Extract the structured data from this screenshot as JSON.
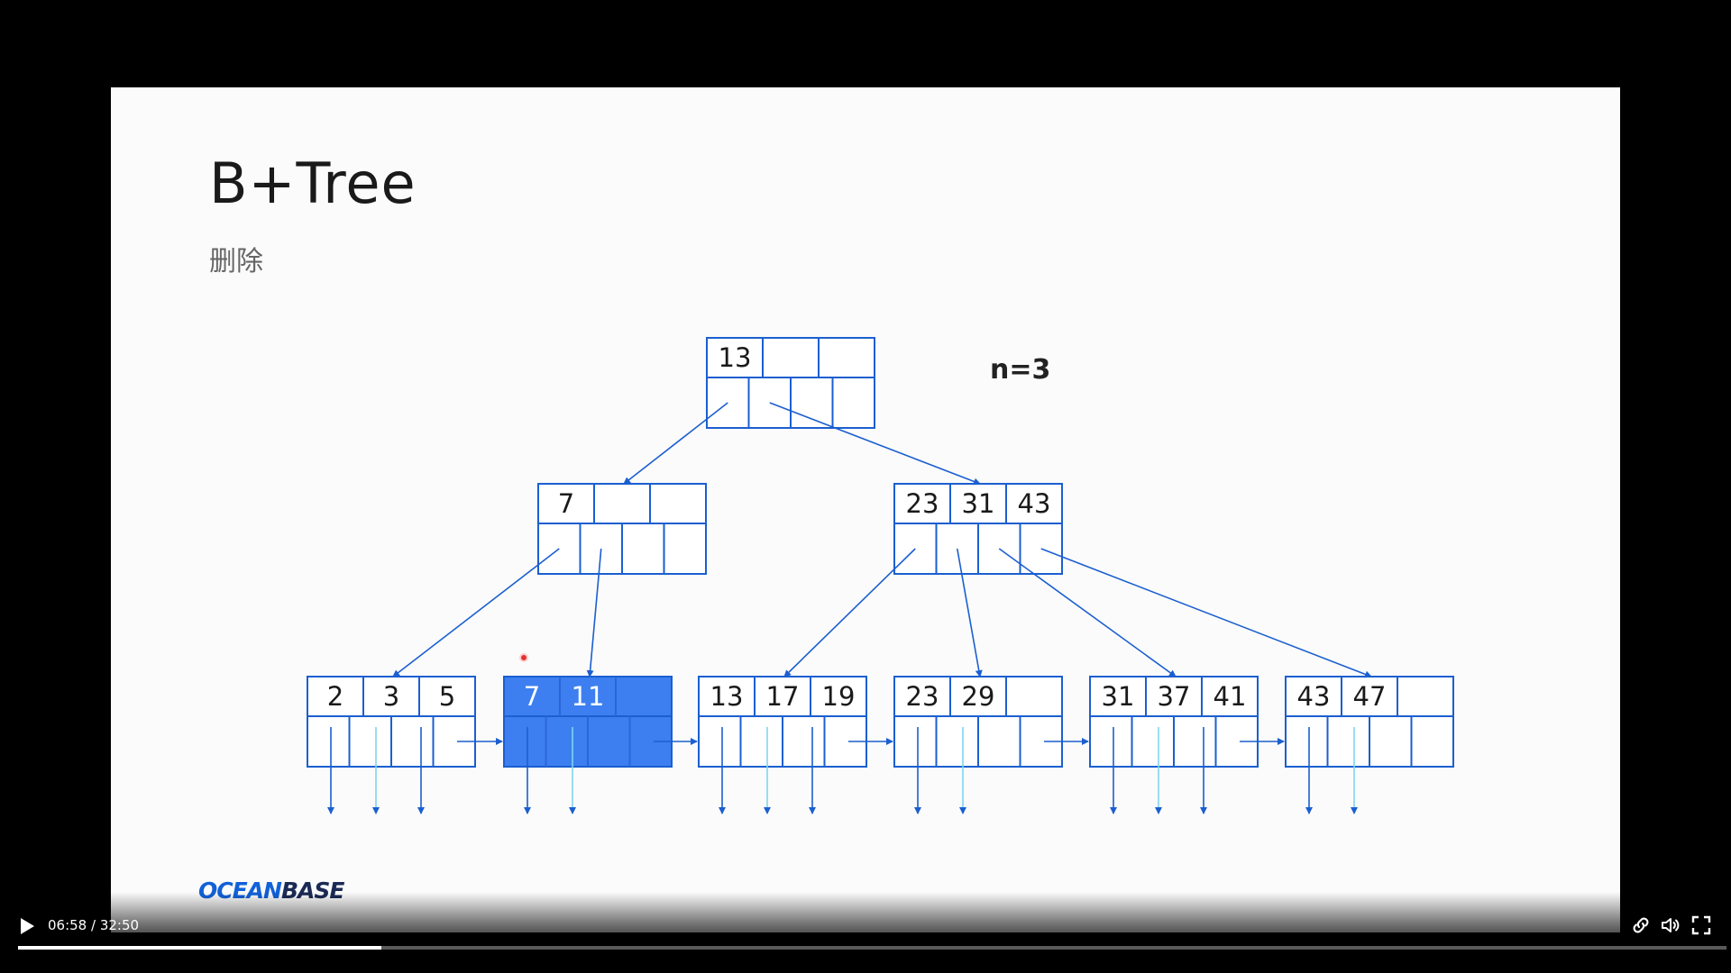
{
  "slide": {
    "title": "B+Tree",
    "subtitle": "删除",
    "n_label": "n=3",
    "logo_part1": "OCEAN",
    "logo_part2": "BASE"
  },
  "tree": {
    "line_color": "#1b5fd0",
    "highlight_color": "#3d7ff0",
    "nodes": [
      {
        "id": "root",
        "keys": [
          "13",
          "",
          ""
        ],
        "highlight": false
      },
      {
        "id": "internal-left",
        "keys": [
          "7",
          "",
          ""
        ],
        "highlight": false
      },
      {
        "id": "internal-right",
        "keys": [
          "23",
          "31",
          "43"
        ],
        "highlight": false
      },
      {
        "id": "leaf-1",
        "keys": [
          "2",
          "3",
          "5"
        ],
        "highlight": false
      },
      {
        "id": "leaf-2",
        "keys": [
          "7",
          "11",
          ""
        ],
        "highlight": true
      },
      {
        "id": "leaf-3",
        "keys": [
          "13",
          "17",
          "19"
        ],
        "highlight": false
      },
      {
        "id": "leaf-4",
        "keys": [
          "23",
          "29",
          ""
        ],
        "highlight": false
      },
      {
        "id": "leaf-5",
        "keys": [
          "31",
          "37",
          "41"
        ],
        "highlight": false
      },
      {
        "id": "leaf-6",
        "keys": [
          "43",
          "47",
          ""
        ],
        "highlight": false
      }
    ]
  },
  "player": {
    "current_time": "06:58",
    "duration": "32:50",
    "progress": 0.2125,
    "icons": [
      "play-icon",
      "link-icon",
      "volume-icon",
      "fullscreen-icon"
    ]
  }
}
